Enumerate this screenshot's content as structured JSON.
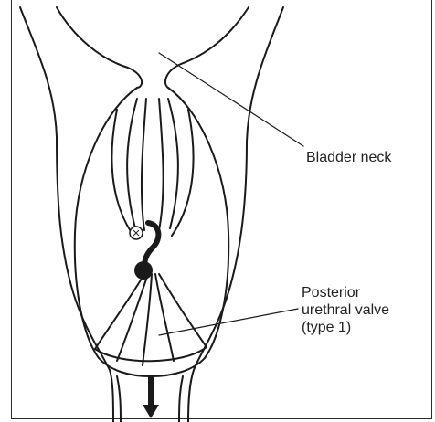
{
  "labels": {
    "bladder_neck": "Bladder neck",
    "valve_line1": "Posterior",
    "valve_line2": "urethral valve",
    "valve_line3": "(type 1)"
  },
  "colors": {
    "ink": "#1a1a1a",
    "background": "#ffffff"
  }
}
